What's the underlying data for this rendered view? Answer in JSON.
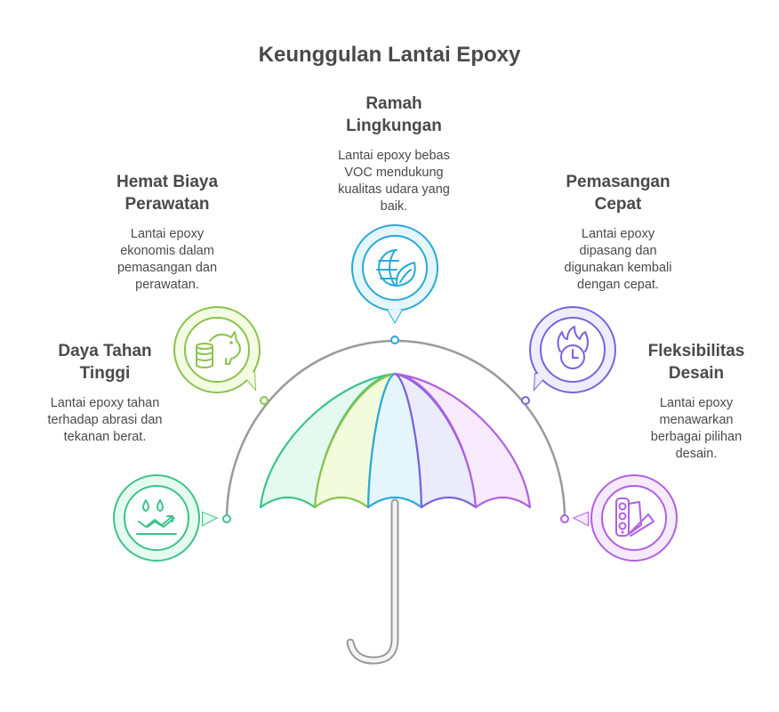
{
  "title": "Keunggulan Lantai Epoxy",
  "items": [
    {
      "key": "durability",
      "heading": "Daya Tahan\nTinggi",
      "description": "Lantai epoxy tahan\nterhadap abrasi dan\ntekanan berat.",
      "icon": "water-drops-trend-icon",
      "color": "#3cc389",
      "fill": "#e6fbf0"
    },
    {
      "key": "cost",
      "heading": "Hemat Biaya\nPerawatan",
      "description": "Lantai epoxy\nekonomis dalam\npemasangan dan\nperawatan.",
      "icon": "piggy-bank-coins-icon",
      "color": "#8bc34a",
      "fill": "#f3fbe3"
    },
    {
      "key": "eco",
      "heading": "Ramah\nLingkungan",
      "description": "Lantai epoxy bebas\nVOC mendukung\nkualitas udara yang\nbaik.",
      "icon": "globe-leaf-icon",
      "color": "#28a9d8",
      "fill": "#e5f6fc"
    },
    {
      "key": "fast",
      "heading": "Pemasangan\nCepat",
      "description": "Lantai epoxy\ndipasang dan\ndigunakan kembali\ndengan cepat.",
      "icon": "fire-clock-icon",
      "color": "#7a62db",
      "fill": "#efecfc"
    },
    {
      "key": "design",
      "heading": "Fleksibilitas\nDesain",
      "description": "Lantai epoxy\nmenawarkan\nberbagai pilihan\ndesain.",
      "icon": "color-swatch-icon",
      "color": "#b060e0",
      "fill": "#f6eafd"
    }
  ],
  "umbrella": {
    "panel_colors": [
      "#3cc389",
      "#8bc34a",
      "#28a9d8",
      "#7a62db",
      "#b060e0"
    ],
    "panel_fills": [
      "#e4faf0",
      "#f2fbdc",
      "#e4f5fc",
      "#ecebfb",
      "#f6eafc"
    ],
    "handle_color": "#9a9a9a",
    "arc_color": "#9a9a9a"
  }
}
